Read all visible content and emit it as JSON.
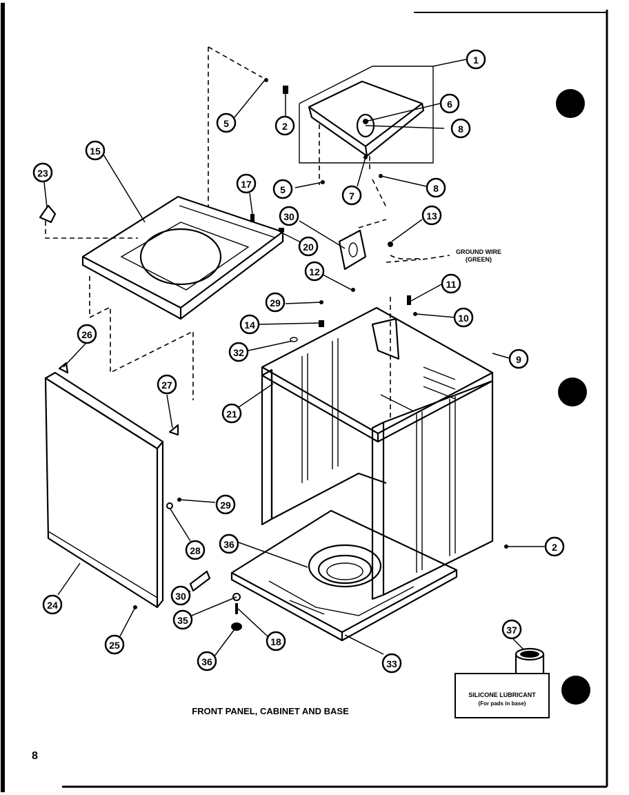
{
  "page": {
    "caption": "FRONT PANEL, CABINET AND BASE",
    "page_number": "8"
  },
  "notes": {
    "ground_wire_line1": "GROUND WIRE",
    "ground_wire_line2": "(GREEN)",
    "silicone_line1": "SILICONE LUBRICANT",
    "silicone_line2": "(For pads in base)"
  },
  "callouts": [
    {
      "id": "c1",
      "label": "1"
    },
    {
      "id": "c2a",
      "label": "2"
    },
    {
      "id": "c5a",
      "label": "5"
    },
    {
      "id": "c6a",
      "label": "6"
    },
    {
      "id": "c8a",
      "label": "8"
    },
    {
      "id": "c5b",
      "label": "5"
    },
    {
      "id": "c7",
      "label": "7"
    },
    {
      "id": "c8b",
      "label": "8"
    },
    {
      "id": "c15",
      "label": "15"
    },
    {
      "id": "c23",
      "label": "23"
    },
    {
      "id": "c17",
      "label": "17"
    },
    {
      "id": "c30a",
      "label": "30"
    },
    {
      "id": "c13",
      "label": "13"
    },
    {
      "id": "c20",
      "label": "20"
    },
    {
      "id": "c12",
      "label": "12"
    },
    {
      "id": "c11",
      "label": "11"
    },
    {
      "id": "c29a",
      "label": "29"
    },
    {
      "id": "c10",
      "label": "10"
    },
    {
      "id": "c14",
      "label": "14"
    },
    {
      "id": "c26",
      "label": "26"
    },
    {
      "id": "c32",
      "label": "32"
    },
    {
      "id": "c9",
      "label": "9"
    },
    {
      "id": "c27",
      "label": "27"
    },
    {
      "id": "c21",
      "label": "21"
    },
    {
      "id": "c29b",
      "label": "29"
    },
    {
      "id": "c28",
      "label": "28"
    },
    {
      "id": "c36a",
      "label": "36"
    },
    {
      "id": "c2b",
      "label": "2"
    },
    {
      "id": "c24",
      "label": "24"
    },
    {
      "id": "c30b",
      "label": "30"
    },
    {
      "id": "c35",
      "label": "35"
    },
    {
      "id": "c18",
      "label": "18"
    },
    {
      "id": "c25",
      "label": "25"
    },
    {
      "id": "c36b",
      "label": "36"
    },
    {
      "id": "c33",
      "label": "33"
    },
    {
      "id": "c37",
      "label": "37"
    }
  ]
}
